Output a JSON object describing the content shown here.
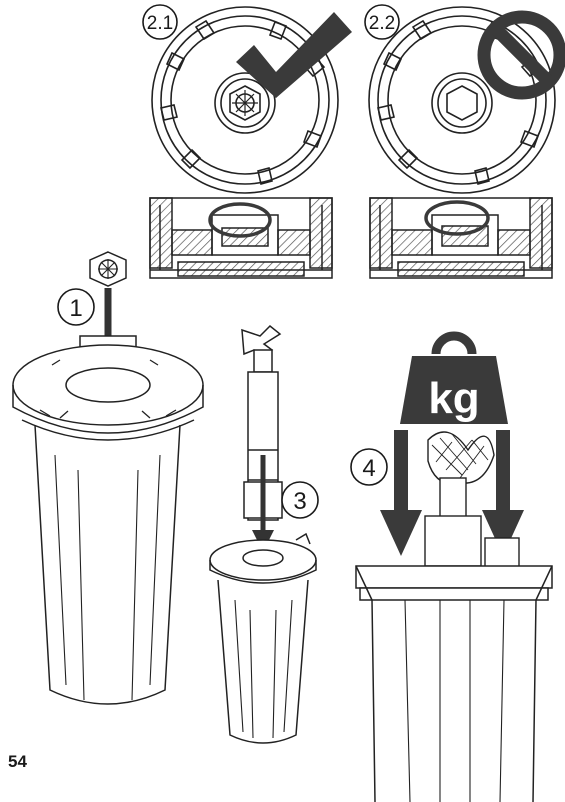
{
  "page": {
    "number": "54"
  },
  "steps": {
    "s1": {
      "label": "1"
    },
    "s21": {
      "label": "2.1",
      "status": "correct"
    },
    "s22": {
      "label": "2.2",
      "status": "incorrect"
    },
    "s3": {
      "label": "3"
    },
    "s4": {
      "label": "4"
    }
  },
  "weight": {
    "label": "kg"
  },
  "colors": {
    "ink": "#1a1a1a",
    "line": "#222222",
    "mark": "#3a3a3a",
    "hatch": "#555555",
    "paper": "#ffffff"
  },
  "icons": {
    "correct": "check-icon",
    "incorrect": "prohibited-icon",
    "weight": "weight-icon"
  }
}
